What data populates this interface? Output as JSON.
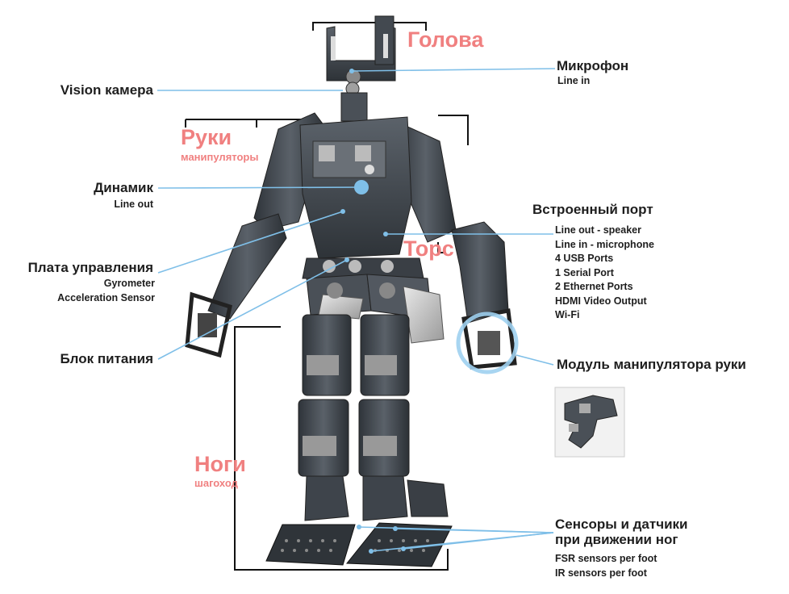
{
  "sections": {
    "head": "Голова",
    "arms": "Руки",
    "arms_sub": "манипуляторы",
    "torso": "Торс",
    "legs": "Ноги",
    "legs_sub": "шагоход"
  },
  "labels": {
    "vision": "Vision камера",
    "microphone": "Микрофон",
    "microphone_sub": "Line in",
    "speaker": "Динамик",
    "speaker_sub": "Line out",
    "board": "Плата управления",
    "board_sub": [
      "Gyrometer",
      "Acceleration Sensor"
    ],
    "power": "Блок питания",
    "port": "Встроенный порт",
    "port_sub": [
      "Line out - speaker",
      "Line in - microphone",
      "4 USB Ports",
      "1 Serial Port",
      "2 Ethernet Ports",
      "HDMI Video Output",
      "Wi-Fi"
    ],
    "arm_module": "Модуль манипулятора руки",
    "sensors_line1": "Сенсоры и датчики",
    "sensors_line2": "при движении ног",
    "sensors_sub": [
      "FSR sensors per foot",
      "IR sensors per foot"
    ]
  },
  "colors": {
    "pointer": "#7fbfe8",
    "accent": "#f08080",
    "robot": "#3f454c"
  }
}
